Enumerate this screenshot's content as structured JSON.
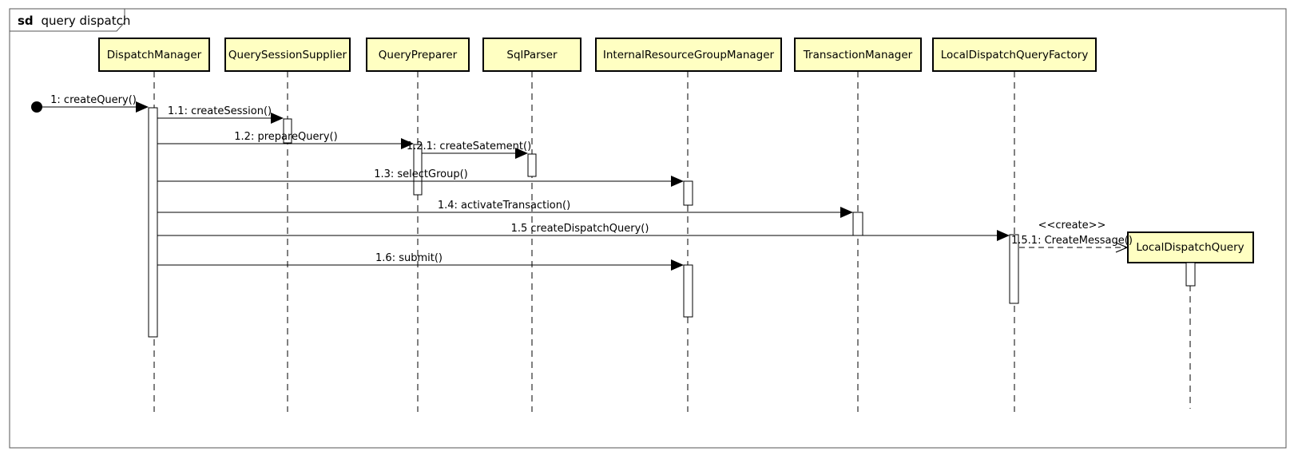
{
  "frame": {
    "keyword": "sd",
    "title": "query dispatch"
  },
  "lifelines": [
    {
      "id": "dm",
      "name": "DispatchManager"
    },
    {
      "id": "qss",
      "name": "QuerySessionSupplier"
    },
    {
      "id": "qp",
      "name": "QueryPreparer"
    },
    {
      "id": "sp",
      "name": "SqlParser"
    },
    {
      "id": "irg",
      "name": "InternalResourceGroupManager"
    },
    {
      "id": "tm",
      "name": "TransactionManager"
    },
    {
      "id": "ldf",
      "name": "LocalDispatchQueryFactory"
    },
    {
      "id": "ldq",
      "name": "LocalDispatchQuery"
    }
  ],
  "messages": [
    {
      "id": "m1",
      "label": "1: createQuery()",
      "from": "found",
      "to": "dm"
    },
    {
      "id": "m1_1",
      "label": "1.1: createSession()",
      "from": "dm",
      "to": "qss"
    },
    {
      "id": "m1_2",
      "label": "1.2: prepareQuery()",
      "from": "dm",
      "to": "qp"
    },
    {
      "id": "m1_2_1",
      "label": "1.2.1: createSatement()",
      "from": "qp",
      "to": "sp"
    },
    {
      "id": "m1_3",
      "label": "1.3: selectGroup()",
      "from": "dm",
      "to": "irg"
    },
    {
      "id": "m1_4",
      "label": "1.4: activateTransaction()",
      "from": "dm",
      "to": "tm"
    },
    {
      "id": "m1_5",
      "label": "1.5  createDispatchQuery()",
      "from": "dm",
      "to": "ldf"
    },
    {
      "id": "m1_5_1",
      "label": "1.5.1: CreateMessage()",
      "from": "ldf",
      "to": "ldq",
      "stereotype": "<<create>>",
      "style": "create"
    },
    {
      "id": "m1_6",
      "label": "1.6: submit()",
      "from": "dm",
      "to": "irg"
    }
  ]
}
